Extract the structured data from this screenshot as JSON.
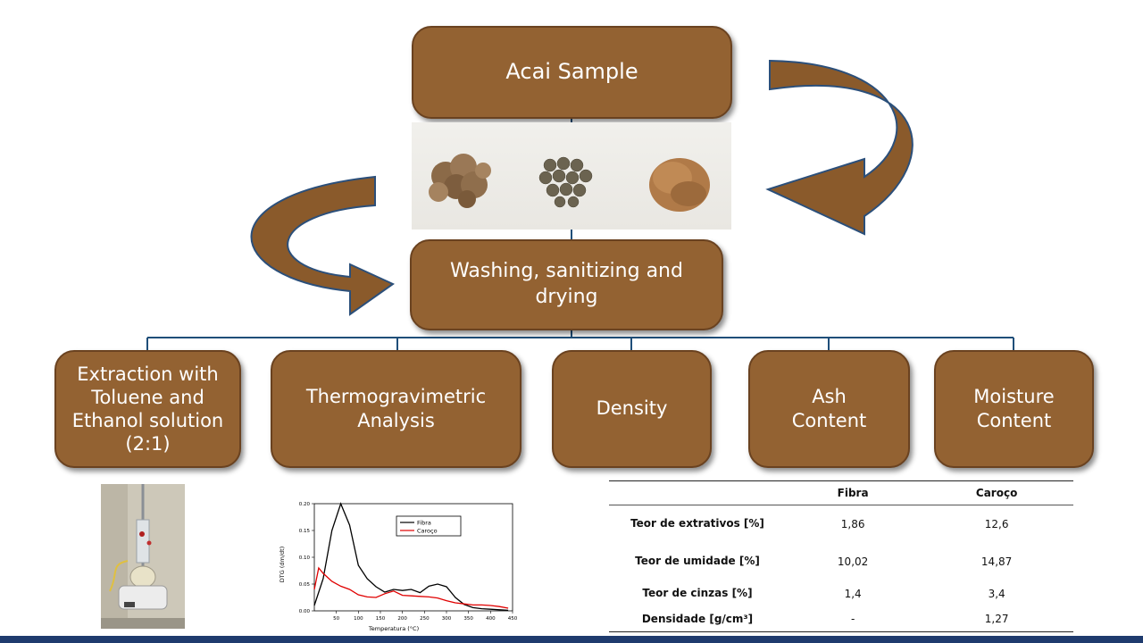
{
  "flow": {
    "top": "Acai Sample",
    "middle": "Washing, sanitizing and drying",
    "branches": [
      "Extraction with Toluene and Ethanol solution (2:1)",
      "Thermogravimetric Analysis",
      "Density",
      "Ash Content",
      "Moisture Content"
    ]
  },
  "colors": {
    "box": "#936232",
    "arrow": "#8a5a2b",
    "line": "#1f4e79",
    "footer": "#1f3b6e"
  },
  "table": {
    "headers": [
      "",
      "Fibra",
      "Caroço"
    ],
    "rows": [
      {
        "label": "Teor de extrativos [%]",
        "fibra": "1,86",
        "caroco": "12,6"
      },
      {
        "label": "Teor de umidade [%]",
        "fibra": "10,02",
        "caroco": "14,87"
      },
      {
        "label": "Teor de cinzas  [%]",
        "fibra": "1,4",
        "caroco": "3,4"
      },
      {
        "label": "Densidade [g/cm³]",
        "fibra": "-",
        "caroco": "1,27"
      }
    ]
  },
  "chart_data": {
    "type": "line",
    "xlabel": "Temperatura (°C)",
    "ylabel": "DTG (dm/dt)",
    "xlim": [
      0,
      450
    ],
    "ylim": [
      0,
      0.2
    ],
    "x_ticks": [
      "50",
      "100",
      "150",
      "200",
      "250",
      "300",
      "350",
      "400",
      "450"
    ],
    "y_ticks": [
      "0.00",
      "0.05",
      "0.10",
      "0.15",
      "0.20"
    ],
    "legend_position": "top-right",
    "series": [
      {
        "name": "Fibra",
        "color": "#000000",
        "x": [
          0,
          20,
          40,
          60,
          80,
          100,
          120,
          140,
          160,
          180,
          200,
          220,
          240,
          260,
          280,
          300,
          320,
          340,
          360,
          380,
          400,
          420,
          440
        ],
        "y": [
          0.01,
          0.06,
          0.15,
          0.2,
          0.16,
          0.085,
          0.06,
          0.045,
          0.035,
          0.04,
          0.038,
          0.04,
          0.034,
          0.046,
          0.05,
          0.045,
          0.025,
          0.012,
          0.006,
          0.004,
          0.003,
          0.002,
          0.001
        ]
      },
      {
        "name": "Caroço",
        "color": "#e00000",
        "x": [
          0,
          10,
          20,
          40,
          60,
          80,
          100,
          120,
          140,
          160,
          180,
          200,
          220,
          240,
          260,
          280,
          300,
          320,
          340,
          360,
          380,
          400,
          420,
          440
        ],
        "y": [
          0.04,
          0.08,
          0.07,
          0.055,
          0.046,
          0.04,
          0.03,
          0.026,
          0.025,
          0.032,
          0.037,
          0.029,
          0.028,
          0.027,
          0.026,
          0.024,
          0.019,
          0.015,
          0.013,
          0.011,
          0.011,
          0.01,
          0.008,
          0.005
        ]
      }
    ]
  }
}
